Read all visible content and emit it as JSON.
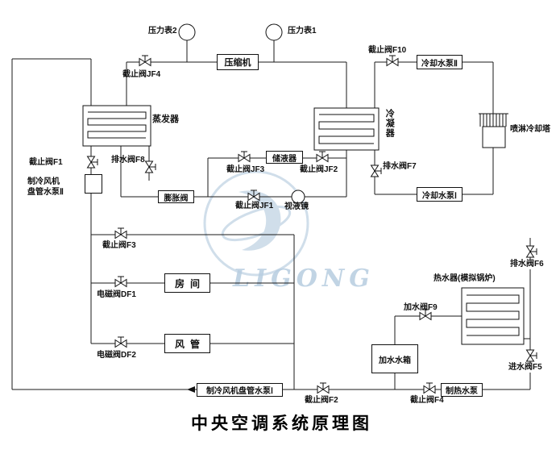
{
  "title": "中央空调系统原理图",
  "watermark": "LIGONG",
  "components": {
    "compressor": "压缩机",
    "evaporator": "蒸发器",
    "condenser": "冷凝器",
    "receiver": "储液器",
    "expansion_valve": "膨胀阀",
    "sight_glass": "视液镜",
    "pressure_gauge_1": "压力表1",
    "pressure_gauge_2": "压力表2",
    "cooling_pump_2": "冷却水泵Ⅱ",
    "cooling_pump_1": "冷却水泵Ⅰ",
    "spray_cooling_tower": "喷淋冷却塔",
    "fan_coil_pump_2": "制冷风机\n盘管水泵Ⅱ",
    "fan_coil_pump_1": "制冷风机盘管水泵Ⅰ",
    "room": "房间",
    "air_duct": "风管",
    "water_heater": "热水器(模拟锅炉)",
    "water_tank": "加水水箱",
    "heating_pump": "制热水泵"
  },
  "valves": {
    "jf4": "截止阀JF4",
    "f10": "截止阀F10",
    "f1": "截止阀F1",
    "f8": "排水阀F8",
    "jf3": "截止阀JF3",
    "jf2": "截止阀JF2",
    "f7": "排水阀F7",
    "jf1": "截止阀JF1",
    "f3": "截止阀F3",
    "f6": "排水阀F6",
    "df1": "电磁阀DF1",
    "df2": "电磁阀DF2",
    "f9": "加水阀F9",
    "f5": "进水阀F5",
    "f2": "截止阀F2",
    "f4": "截止阀F4"
  }
}
